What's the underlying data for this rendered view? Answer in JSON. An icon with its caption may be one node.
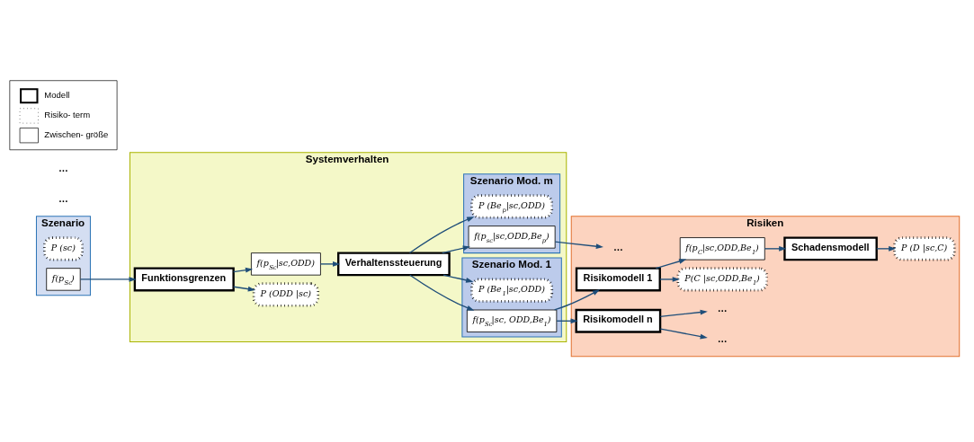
{
  "diagram": {
    "nodes": [
      {
        "text": [
          "Szenario"
        ]
      },
      {
        "text": [
          "P (sc)"
        ],
        "in": 0
      },
      {
        "text": [
          "f(p$_{Sc}$)"
        ],
        "in": 0
      },
      {
        "text": [
          "Systemverhalten"
        ]
      },
      {
        "text": [
          "Funktionsgrenzen"
        ],
        "in": 3
      },
      {
        "text": [
          "P (ODD |sc)"
        ],
        "in": 3
      },
      {
        "text": [
          "f(p$_{Sc}$|sc,ODD)"
        ],
        "in": 3
      },
      {
        "text": [
          "Verhaltenssteuerung"
        ],
        "in": 3
      },
      {
        "text": [
          "Szenario Mod. 1"
        ],
        "in": 3
      },
      {
        "text": [
          "P (Be$_{1}$|sc,ODD)"
        ],
        "in": 8
      },
      {
        "text": [
          "f(p$_{Sc}$|sc, ODD,Be$_{1}$)"
        ],
        "in": 8
      },
      {
        "text": [
          "Szenario Mod. m"
        ],
        "in": 3
      },
      {
        "text": [
          "P (Be$_{p}$|sc,ODD)"
        ],
        "in": 11
      },
      {
        "text": [
          "f(p$_{sc}$|sc,ODD,Be$_{p}$)"
        ],
        "in": 11
      },
      {
        "text": [
          "Risiken"
        ]
      },
      {
        "text": [
          "Risikomodell 1"
        ],
        "in": 14
      },
      {
        "text": [
          "P(C |sc,ODD,Be$_{1}$)"
        ],
        "in": 14
      },
      {
        "text": [
          "f(p$_{C}$|sc,ODD,Be$_{1}$)"
        ],
        "in": 14
      },
      {
        "text": [
          "Schadensmodell"
        ],
        "in": 14
      },
      {
        "text": [
          "P (D |sc,C)"
        ],
        "in": 14
      },
      {
        "text": [
          "Risikomodell n"
        ],
        "in": 14
      },
      {
        "text": [
          "…"
        ],
        "in": 14
      },
      {
        "text": [
          "…"
        ],
        "in": 14
      },
      {
        "text": [
          "…"
        ],
        "in": 14
      }
    ],
    "edges": [
      {
        "from": 2,
        "to": 4,
        "arrow": "to"
      },
      {
        "from": 4,
        "to": 5,
        "arrow": "to"
      },
      {
        "from": 4,
        "to": 6,
        "arrow": "to"
      },
      {
        "from": 6,
        "to": 7,
        "arrow": "to"
      },
      {
        "from": 7,
        "to": 9,
        "arrow": "to"
      },
      {
        "from": 7,
        "to": 10,
        "arrow": "to"
      },
      {
        "from": 7,
        "to": 12,
        "arrow": "to"
      },
      {
        "from": 7,
        "to": 13,
        "arrow": "to"
      },
      {
        "from": 10,
        "to": 15,
        "arrow": "to"
      },
      {
        "from": 10,
        "to": 20,
        "arrow": "to"
      },
      {
        "from": 13,
        "to": 23,
        "arrow": "to"
      },
      {
        "from": 15,
        "to": 16,
        "arrow": "to"
      },
      {
        "from": 15,
        "to": 17,
        "arrow": "to"
      },
      {
        "from": 17,
        "to": 18,
        "arrow": "to"
      },
      {
        "from": 18,
        "to": 19,
        "arrow": "to"
      },
      {
        "from": 20,
        "to": 21,
        "arrow": "to"
      },
      {
        "from": 20,
        "to": 22,
        "arrow": "to"
      }
    ],
    "labels": [
      "…",
      "…"
    ],
    "legend": [
      {
        "text": "Modell"
      },
      {
        "text": "Risiko- term"
      },
      {
        "text": "Zwischen- größe"
      }
    ]
  }
}
